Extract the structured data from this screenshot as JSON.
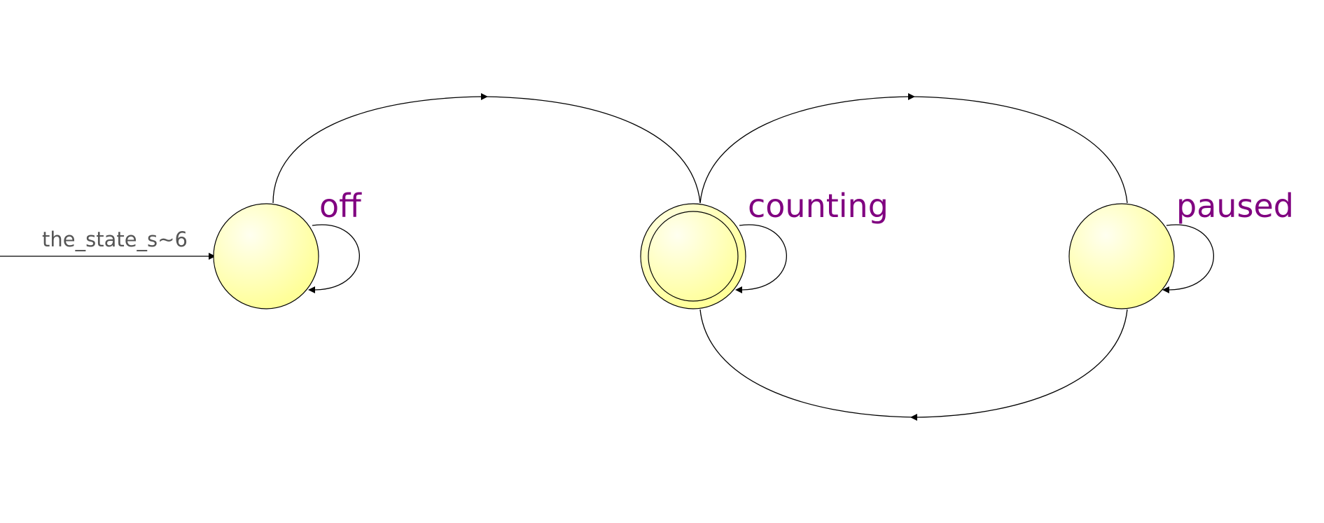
{
  "reset": {
    "label": "the_state_s~6"
  },
  "states": {
    "off": {
      "name": "off"
    },
    "counting": {
      "name": "counting"
    },
    "paused": {
      "name": "paused"
    }
  },
  "colors": {
    "state_fill": "#ffff99",
    "state_fill_highlight": "#fffff0",
    "state_stroke": "#000000",
    "label_text": "#800080",
    "reset_text": "#555555",
    "edge": "#000000"
  }
}
